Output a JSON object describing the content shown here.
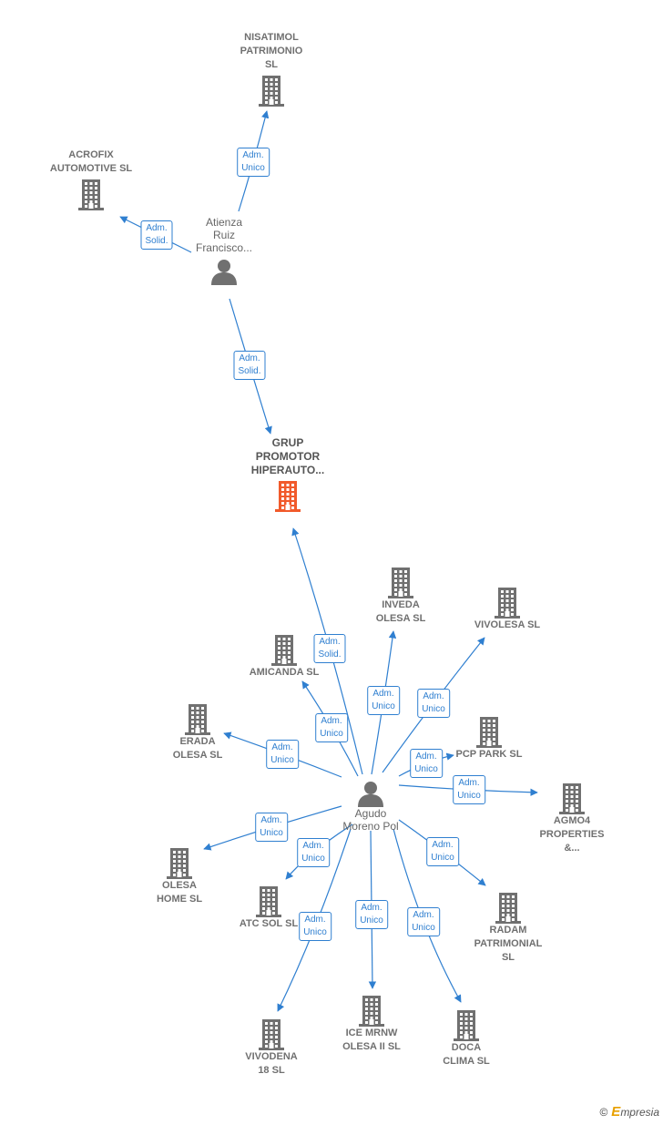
{
  "colors": {
    "edge": "#2f7fd0",
    "company": "#707070",
    "main": "#f15a2b",
    "person": "#707070"
  },
  "nodes": [
    {
      "id": "nisatimol",
      "type": "company",
      "label": "NISATIMOL\nPATRIMONIO\nSL"
    },
    {
      "id": "acrofix",
      "type": "company",
      "label": "ACROFIX\nAUTOMOTIVE SL"
    },
    {
      "id": "atienza",
      "type": "person",
      "label": "Atienza\nRuiz\nFrancisco..."
    },
    {
      "id": "grup",
      "type": "main",
      "label": "GRUP\nPROMOTOR\nHIPERAUTO..."
    },
    {
      "id": "inveda",
      "type": "company",
      "label": "INVEDA\nOLESA SL"
    },
    {
      "id": "vivolesa",
      "type": "company",
      "label": "VIVOLESA  SL"
    },
    {
      "id": "amicanda",
      "type": "company",
      "label": "AMICANDA  SL"
    },
    {
      "id": "erada",
      "type": "company",
      "label": "ERADA\nOLESA  SL"
    },
    {
      "id": "pcp",
      "type": "company",
      "label": "PCP PARK  SL"
    },
    {
      "id": "agmo4",
      "type": "company",
      "label": "AGMO4\nPROPERTIES\n&..."
    },
    {
      "id": "agudo",
      "type": "person",
      "label": "Agudo\nMoreno Pol"
    },
    {
      "id": "olesahome",
      "type": "company",
      "label": "OLESA\nHOME  SL"
    },
    {
      "id": "atcsol",
      "type": "company",
      "label": "ATC SOL  SL"
    },
    {
      "id": "radam",
      "type": "company",
      "label": "RADAM\nPATRIMONIAL\nSL"
    },
    {
      "id": "vivodena",
      "type": "company",
      "label": "VIVODENA\n18  SL"
    },
    {
      "id": "icemrnw",
      "type": "company",
      "label": "ICE MRNW\nOLESA II  SL"
    },
    {
      "id": "doca",
      "type": "company",
      "label": "DOCA\nCLIMA  SL"
    }
  ],
  "edges": [
    {
      "from": "atienza",
      "to": "nisatimol",
      "label": "Adm.\nUnico"
    },
    {
      "from": "atienza",
      "to": "acrofix",
      "label": "Adm.\nSolid."
    },
    {
      "from": "atienza",
      "to": "grup",
      "label": "Adm.\nSolid."
    },
    {
      "from": "agudo",
      "to": "grup",
      "label": "Adm.\nSolid."
    },
    {
      "from": "agudo",
      "to": "inveda",
      "label": "Adm.\nUnico"
    },
    {
      "from": "agudo",
      "to": "vivolesa",
      "label": "Adm.\nUnico"
    },
    {
      "from": "agudo",
      "to": "amicanda",
      "label": "Adm.\nUnico"
    },
    {
      "from": "agudo",
      "to": "erada",
      "label": "Adm.\nUnico"
    },
    {
      "from": "agudo",
      "to": "pcp",
      "label": "Adm.\nUnico"
    },
    {
      "from": "agudo",
      "to": "agmo4",
      "label": "Adm.\nUnico"
    },
    {
      "from": "agudo",
      "to": "olesahome",
      "label": "Adm.\nUnico"
    },
    {
      "from": "agudo",
      "to": "atcsol",
      "label": "Adm.\nUnico"
    },
    {
      "from": "agudo",
      "to": "radam",
      "label": "Adm.\nUnico"
    },
    {
      "from": "agudo",
      "to": "vivodena",
      "label": "Adm.\nUnico"
    },
    {
      "from": "agudo",
      "to": "icemrnw",
      "label": "Adm.\nUnico"
    },
    {
      "from": "agudo",
      "to": "doca",
      "label": "Adm.\nUnico"
    }
  ],
  "footer": {
    "copyright": "©",
    "brand_initial": "E",
    "brand_rest": "mpresia"
  }
}
